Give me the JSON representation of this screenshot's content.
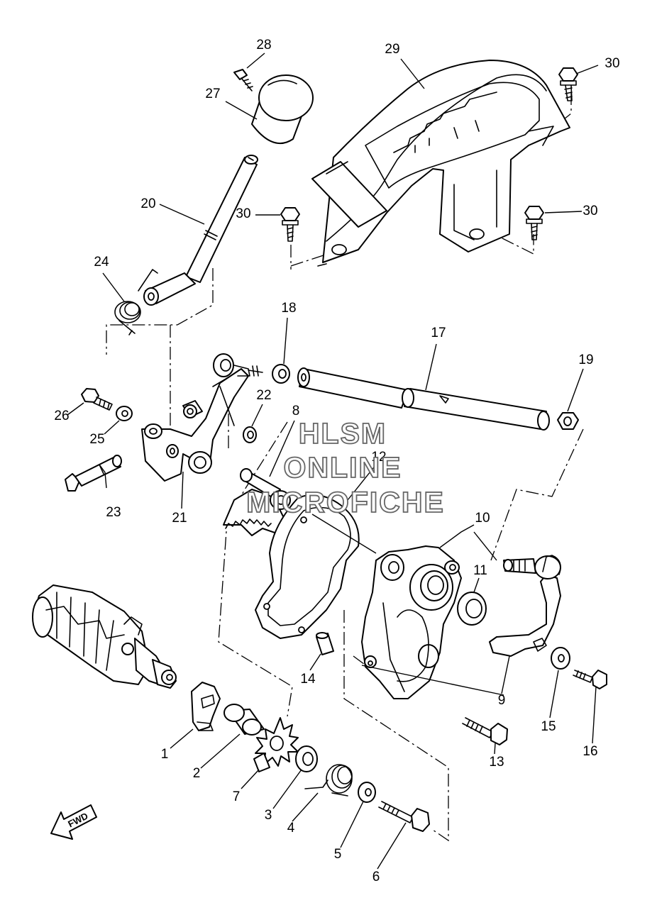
{
  "watermark": {
    "line1": "HLSM",
    "line2": "ONLINE",
    "line3": "MICROFICHE"
  },
  "direction_arrow": {
    "label": "FWD",
    "icon": "forward-arrow-icon"
  },
  "callouts": [
    "1",
    "2",
    "3",
    "4",
    "5",
    "6",
    "7",
    "8",
    "9",
    "10",
    "11",
    "12",
    "13",
    "14",
    "15",
    "16",
    "17",
    "18",
    "19",
    "20",
    "21",
    "22",
    "23",
    "24",
    "25",
    "26",
    "27",
    "28",
    "29",
    "30",
    "30",
    "30"
  ]
}
